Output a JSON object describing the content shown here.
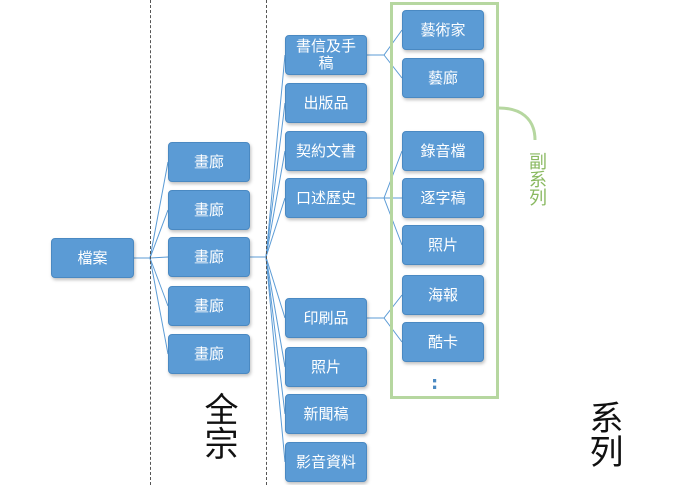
{
  "colors": {
    "box": "#5b9bd5",
    "connector": "#5b9bd5",
    "bracket": "#b6d7a0",
    "subseries_label": "#8ab961"
  },
  "root": {
    "label": "檔案"
  },
  "fonds_nodes": [
    {
      "label": "畫廊"
    },
    {
      "label": "畫廊"
    },
    {
      "label": "畫廊"
    },
    {
      "label": "畫廊"
    },
    {
      "label": "畫廊"
    }
  ],
  "series_nodes": [
    {
      "label_lines": [
        "書信及手",
        "稿"
      ]
    },
    {
      "label_lines": [
        "出版品"
      ]
    },
    {
      "label_lines": [
        "契約文書"
      ]
    },
    {
      "label_lines": [
        "口述歷史"
      ]
    },
    {
      "label_lines": [
        "印刷品"
      ]
    },
    {
      "label_lines": [
        "照片"
      ]
    },
    {
      "label_lines": [
        "新聞稿"
      ]
    },
    {
      "label_lines": [
        "影音資料"
      ]
    }
  ],
  "subseries_nodes": [
    {
      "label": "藝術家"
    },
    {
      "label": "藝廊"
    },
    {
      "label": "錄音檔"
    },
    {
      "label": "逐字稿"
    },
    {
      "label": "照片"
    },
    {
      "label": "海報"
    },
    {
      "label": "酷卡"
    }
  ],
  "ellipsis": ":",
  "labels": {
    "fonds": "全宗",
    "series": "系列",
    "subseries": "副系列"
  }
}
